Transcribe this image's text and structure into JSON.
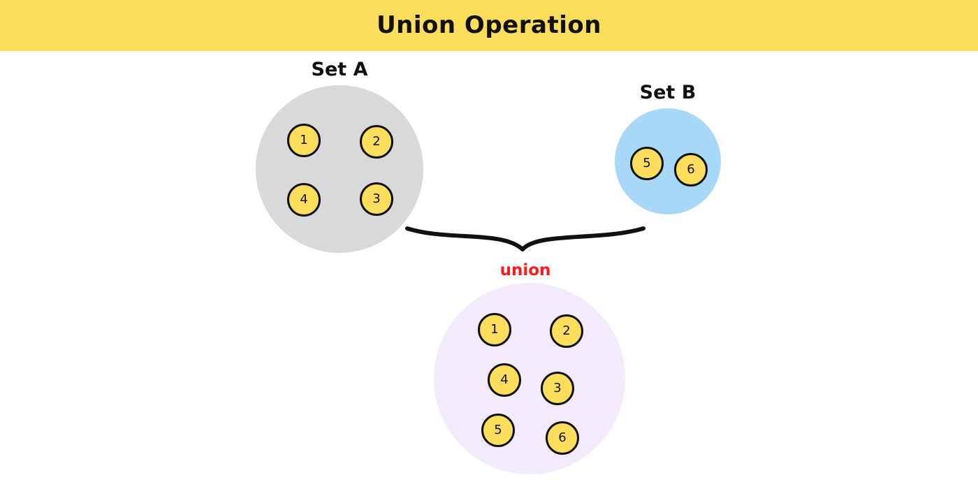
{
  "title": "Union Operation",
  "set_a": {
    "label": "Set A",
    "color": "#d9d9d9",
    "elements": [
      "1",
      "2",
      "4",
      "3"
    ]
  },
  "set_b": {
    "label": "Set B",
    "color": "#a8d8f8",
    "elements": [
      "5",
      "6"
    ]
  },
  "union": {
    "label": "union",
    "label_color": "#ff1a1a",
    "color": "#f3eafc",
    "elements": [
      "1",
      "2",
      "4",
      "3",
      "5",
      "6"
    ]
  },
  "element_color": "#fcdd5c",
  "banner_color": "#fcdd5c"
}
